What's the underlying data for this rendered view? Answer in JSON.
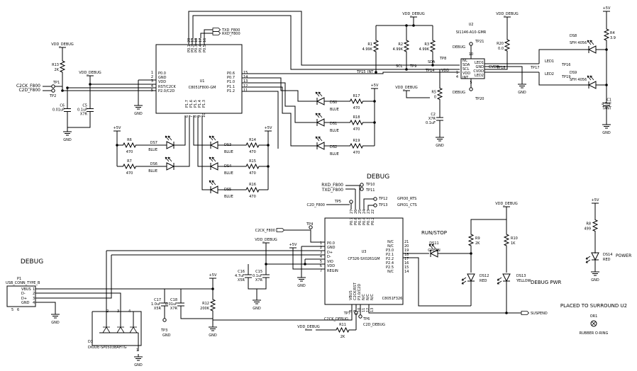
{
  "rails": {
    "vdd": "VDD_DEBUG",
    "p5": "+5V",
    "gnd": "GND"
  },
  "headings": {
    "debug_top": "DEBUG",
    "debug_left": "DEBUG",
    "run_stop": "RUN/STOP",
    "debug_pwr": "DEBUG PWR",
    "power": "POWER",
    "surround": "PLACED TO SURROUND U2"
  },
  "u1": {
    "ref": "U1",
    "part": "C8051F800-GM",
    "left_pins": [
      "P0.0",
      "GND",
      "VDD",
      "RST/C2CK",
      "P2.0/C2D"
    ],
    "left_nums": [
      "1",
      "2",
      "3",
      "4",
      "5"
    ],
    "right_pins": [
      "P0.6",
      "P0.7",
      "P1.0",
      "P1.1",
      "P1.2"
    ],
    "right_nums": [
      "15",
      "14",
      "13",
      "12",
      "11"
    ],
    "top_pins": [
      "P0.1",
      "P0.2",
      "P0.3",
      "P0.4",
      "P0.5"
    ],
    "top_nums": [
      "20",
      "19",
      "18",
      "17",
      "16"
    ],
    "bottom_pins": [
      "P1.7",
      "P1.6",
      "P1.5",
      "P1.4",
      "P1.3"
    ],
    "bottom_nums": [
      "6",
      "7",
      "8",
      "9",
      "10"
    ]
  },
  "u2": {
    "ref": "U2",
    "part": "SI1146-A10-GMR",
    "left_pins": [
      "NC",
      "SDA",
      "SCL",
      "VDD",
      "INT"
    ],
    "left_nums": [
      "",
      "",
      "",
      "1",
      "4"
    ],
    "right_pins": [
      "LED1",
      "GND",
      "CVDD",
      "LED2"
    ],
    "top_num": "10",
    "bottom_num": "5",
    "bottom_labels": [
      "NC"
    ]
  },
  "u3": {
    "ref": "U3",
    "part": "CF326-SX0261GM",
    "name": "C8051F326",
    "left_pins": [
      "P0.0",
      "GND",
      "D+",
      "D-",
      "VIO",
      "VDD",
      "REGIN"
    ],
    "left_nums": [
      "1",
      "2",
      "3",
      "4",
      "5",
      "6",
      "7"
    ],
    "right_pins": [
      "N/C",
      "N/C",
      "P3.0",
      "P2.1",
      "P2.2",
      "P2.4",
      "P2.5",
      "N/C"
    ],
    "right_nums": [
      "21",
      "20",
      "19",
      "18",
      "17",
      "16",
      "15",
      "14"
    ],
    "top_pins": [
      "P0.7",
      "P0.6",
      "P0.5",
      "P0.4",
      "P0.3",
      "P0.2"
    ],
    "top_nums": [
      "27",
      "26",
      "25",
      "24",
      "23",
      "22"
    ],
    "bottom_pins": [
      "VBUS",
      "C2CK/RST",
      "P3.0/C2D",
      "N/C",
      "N/C",
      "N/C"
    ],
    "bottom_nums": [
      "8",
      "9",
      "10",
      "11",
      "12",
      "13"
    ]
  },
  "nets": {
    "c2ck": "C2CK_F800",
    "c2d": "C2D_F800",
    "txd": "TXD_F800",
    "rxd": "RXD_F800",
    "sda": "SDA",
    "scl": "SCL",
    "int": "INT",
    "vdd": "VDD",
    "cvdd": "CVDD",
    "led1": "LED1",
    "led2": "LED2",
    "debug": "DEBUG",
    "gpio0": "GPIO0_RTS",
    "gpio1": "GPIO1_CTS",
    "c2ck_dbg": "C2CK_DEBUG",
    "c2d_dbg": "C2D_DEBUG",
    "suspend": "SUSPEND"
  },
  "tps": {
    "tp1": "TP1",
    "tp2": "TP2",
    "tp3": "TP3",
    "tp4": "TP4",
    "tp5": "TP5",
    "tp6": "TP6",
    "tp7": "TP7",
    "tp8": "TP8",
    "tp9": "TP9",
    "tp10": "TP10",
    "tp11": "TP11",
    "tp12": "TP12",
    "tp13": "TP13",
    "tp14": "TP14",
    "tp15": "TP15",
    "tp16": "TP16",
    "tp17": "TP17",
    "tp18": "TP18",
    "tp19": "TP19",
    "tp20": "TP20",
    "tp21": "TP21"
  },
  "parts": {
    "r1": [
      "R1",
      "4.99K"
    ],
    "r2": [
      "R2",
      "4.99K"
    ],
    "r3": [
      "R3",
      "4.99K"
    ],
    "r4": [
      "R4",
      "3.9"
    ],
    "r5": [
      "R5",
      "0"
    ],
    "r6": [
      "R6",
      "470"
    ],
    "r7": [
      "R7",
      "470"
    ],
    "r8": [
      "R8",
      "499"
    ],
    "r9": [
      "R9",
      "2K"
    ],
    "r10": [
      "R10",
      "1K"
    ],
    "r11": [
      "R11",
      "2K"
    ],
    "r12": [
      "R12",
      "200K"
    ],
    "r13": [
      "R13",
      "2K"
    ],
    "r14": [
      "R14",
      "470"
    ],
    "r15": [
      "R15",
      "470"
    ],
    "r16": [
      "R16",
      "470"
    ],
    "r17": [
      "R17",
      "470"
    ],
    "r18": [
      "R18",
      "470"
    ],
    "r19": [
      "R19",
      "470"
    ],
    "r20": [
      "R20",
      "0.0"
    ],
    "c1": [
      "C1",
      "4.7uF",
      "TANT"
    ],
    "c2": [
      "C2",
      "X7R",
      "0.1uF"
    ],
    "c5": [
      "C5",
      "0.1uF",
      "X7R"
    ],
    "c6": [
      "C6",
      "0.01uF"
    ],
    "c16": [
      "C16",
      "4.7uF",
      "X5R"
    ],
    "c15": [
      "C15",
      "0.1uF",
      "X7R"
    ],
    "c17": [
      "C17",
      "1.0uF",
      "X5R"
    ],
    "c18": [
      "C18",
      "0.01uF",
      "X7R"
    ],
    "ds0": [
      "DS0",
      "BLUE"
    ],
    "ds1": [
      "DS1",
      "BLUE"
    ],
    "ds2": [
      "DS2",
      "BLUE"
    ],
    "ds3": [
      "DS3",
      "BLUE"
    ],
    "ds4": [
      "DS4",
      "BLUE"
    ],
    "ds5": [
      "DS5",
      "BLUE"
    ],
    "ds6": [
      "DS6",
      "BLUE"
    ],
    "ds7": [
      "DS7",
      "BLUE"
    ],
    "ds8": [
      "DS8",
      "SFH 4056"
    ],
    "ds9": [
      "DS9",
      "SFH 4056"
    ],
    "ds11": [
      "DS11",
      "GREEN"
    ],
    "ds12": [
      "DS12",
      "RED"
    ],
    "ds13": [
      "DS13",
      "YELLOW"
    ],
    "ds14": [
      "DS14",
      "RED"
    ],
    "p1": [
      "P1",
      "USB_CONN_TYPE_B"
    ],
    "d3": [
      "D3",
      "DIODE-SP0503BAHTG"
    ],
    "or1": [
      "OR1",
      "RUBBER O-RING"
    ]
  },
  "usb_pins": [
    "VBUS",
    "D-",
    "D+",
    "GND"
  ],
  "usb_nums": [
    "1",
    "2",
    "3",
    "4",
    "5",
    "6"
  ],
  "d3_pins": [
    "2",
    "3",
    "4",
    "1"
  ]
}
